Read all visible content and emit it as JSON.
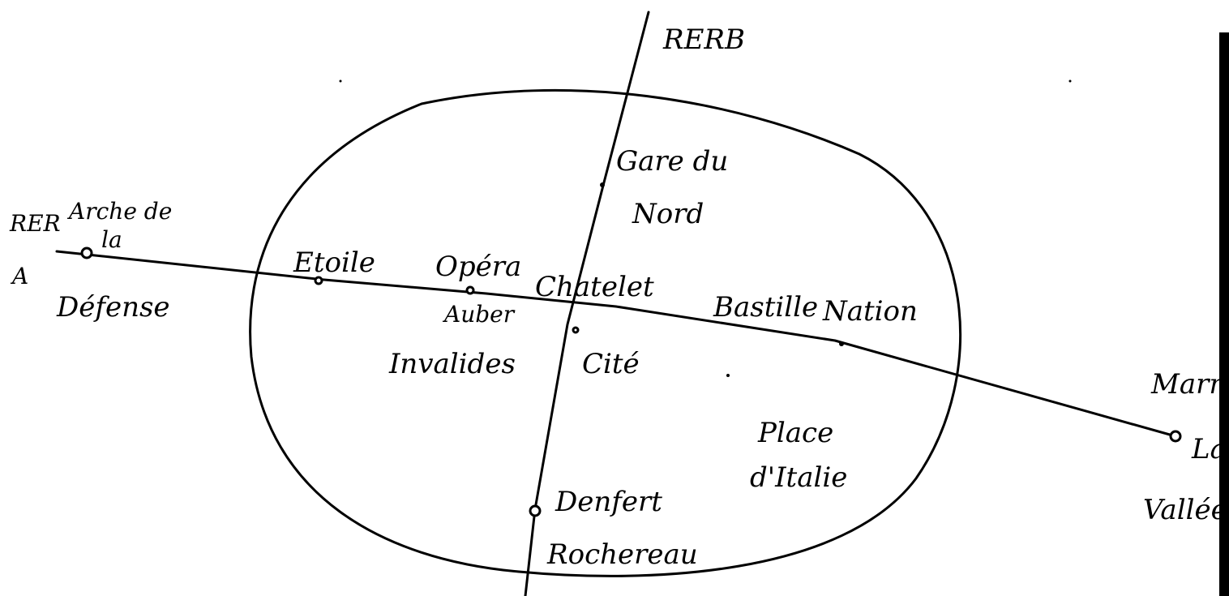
{
  "map": {
    "line_labels": {
      "rer_b": "RERB",
      "rer_a_part1": "RER",
      "rer_a_part2": "A"
    },
    "stations": {
      "arche_defense_1": "Arche de",
      "arche_defense_2": "la",
      "arche_defense_3": "Défense",
      "etoile": "Etoile",
      "opera_1": "Opéra",
      "opera_2": "Auber",
      "invalides": "Invalides",
      "chatelet": "Chatelet",
      "cite": "Cité",
      "bastille": "Bastille",
      "nation": "Nation",
      "gare_du_nord_1": "Gare du",
      "gare_du_nord_2": "Nord",
      "place_italie_1": "Place",
      "place_italie_2": "d'Italie",
      "denfert_1": "Denfert",
      "denfert_2": "Rochereau",
      "marne_1": "Marne",
      "marne_2": "La",
      "marne_3": "Vallée"
    },
    "ink_color": "#000000"
  }
}
